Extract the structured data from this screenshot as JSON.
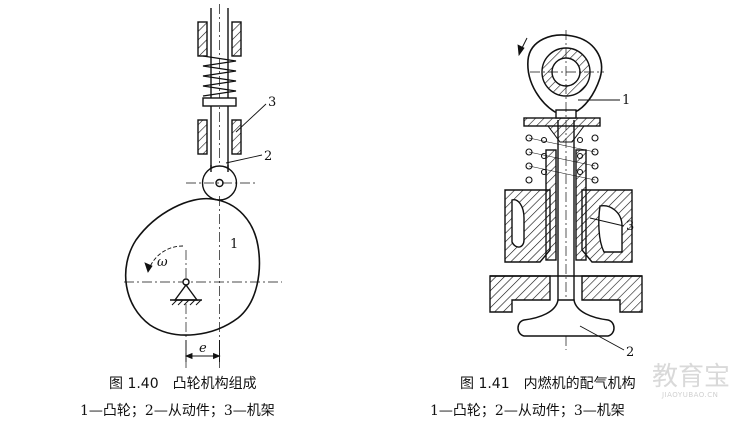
{
  "figure_left": {
    "caption": "图 1.40　凸轮机构组成",
    "legend": "1—凸轮；2—从动件；3—机架",
    "labels": {
      "cam": "1",
      "follower": "2",
      "frame": "3",
      "omega": "ω",
      "offset": "e"
    }
  },
  "figure_right": {
    "caption": "图 1.41　内燃机的配气机构",
    "legend": "1—凸轮；2—从动件；3—机架",
    "labels": {
      "cam": "1",
      "valve": "2",
      "frame": "3"
    }
  },
  "watermark": {
    "brand": "教育宝",
    "url": "JIAOYUBAO.CN"
  }
}
